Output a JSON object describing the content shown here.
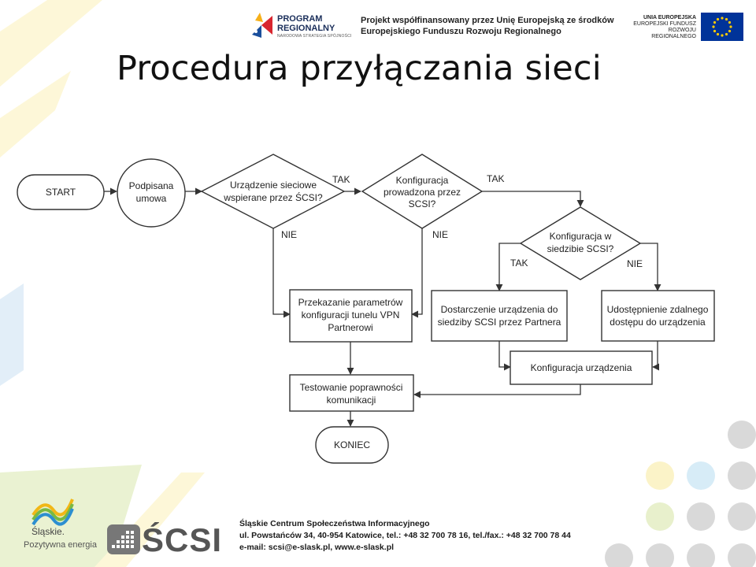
{
  "header": {
    "program_logo_line1": "PROGRAM",
    "program_logo_line2": "REGIONALNY",
    "program_logo_sub": "NARODOWA STRATEGIA SPÓJNOŚCI",
    "project_line1": "Projekt współfinansowany przez Unię Europejską ze środków",
    "project_line2": "Europejskiego Funduszu Rozwoju Regionalnego",
    "eu_line1": "UNIA EUROPEJSKA",
    "eu_line2": "EUROPEJSKI FUNDUSZ",
    "eu_line3": "ROZWOJU REGIONALNEGO"
  },
  "title": "Procedura przyłączania sieci",
  "flowchart": {
    "start": "START",
    "signed_l1": "Podpisana",
    "signed_l2": "umowa",
    "d1_l1": "Urządzenie sieciowe",
    "d1_l2": "wspierane przez ŚCSI?",
    "d2_l1": "Konfiguracja",
    "d2_l2": "prowadzona przez",
    "d2_l3": "SCSI?",
    "d3_l1": "Konfiguracja w",
    "d3_l2": "siedzibie SCSI?",
    "p1_l1": "Przekazanie parametrów",
    "p1_l2": "konfiguracji tunelu VPN",
    "p1_l3": "Partnerowi",
    "p2_l1": "Dostarczenie urządzenia do",
    "p2_l2": "siedziby SCSI przez Partnera",
    "p3_l1": "Udostępnienie zdalnego",
    "p3_l2": "dostępu do urządzenia",
    "p4": "Konfiguracja urządzenia",
    "p5_l1": "Testowanie poprawności",
    "p5_l2": "komunikacji",
    "end": "KONIEC",
    "yes": "TAK",
    "no": "NIE"
  },
  "footer": {
    "slaskie_name": "Śląskie.",
    "slaskie_tagline": "Pozytywna energia",
    "scsi_logo": "ŚCSI",
    "contact_line1": "Śląskie Centrum Społeczeństwa Informacyjnego",
    "contact_line2": "ul. Powstańców 34, 40-954 Katowice, tel.: +48 32 700 78 16, tel./fax.: +48 32 700 78 44",
    "contact_line3": "e-mail: scsi@e-slask.pl, www.e-slask.pl"
  },
  "colors": {
    "eu_flag_blue": "#003399",
    "eu_star_yellow": "#ffcc00",
    "dots_gray": "#d9d9d9",
    "dots_yellow": "#fbf3c8",
    "dots_blue": "#d7ecf7",
    "dots_green": "#e8f0cc",
    "ribbon_yellow": "#fdf7d8",
    "ribbon_green": "#eaf2d2",
    "ribbon_blue": "#e2eef8"
  }
}
